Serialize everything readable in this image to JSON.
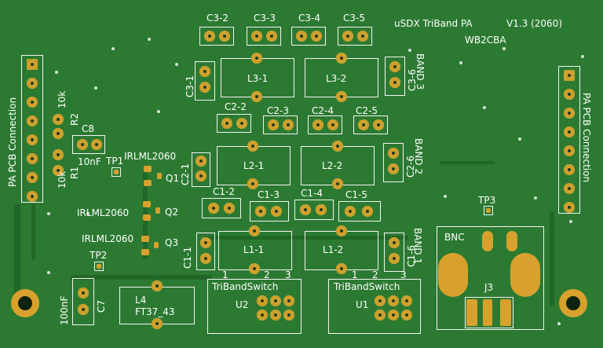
{
  "board": {
    "title": "uSDX TriBand PA",
    "version": "V1.3 (2060)",
    "author": "WB2CBA"
  },
  "labels": {
    "pa_left": "PA PCB Connection",
    "pa_right": "PA PCB Connection",
    "band3": "BAND 3",
    "band2": "BAND 2",
    "band1": "BAND 1",
    "bnc": "BNC",
    "tp1": "TP1",
    "tp2": "TP2",
    "tp3": "TP3",
    "q1": "Q1",
    "q2": "Q2",
    "q3": "Q3",
    "irlml_a": "IRLML2060",
    "irlml_b": "IRLML2060",
    "irlml_c": "IRLML2060",
    "r1": "R1",
    "r2": "R2",
    "r1v": "10k",
    "r2v": "10k",
    "c8": "C8",
    "c8v": "10nF",
    "c7": "C7",
    "c7v": "100nF",
    "l4": "L4",
    "l4v": "FT37_43",
    "u1": "U1",
    "u2": "U2",
    "tribandswitch_a": "TriBandSwitch",
    "tribandswitch_b": "TriBandSwitch",
    "j3": "J3",
    "num1a": "1",
    "num2a": "2",
    "num3a": "3",
    "num1b": "1",
    "num2b": "2",
    "num3b": "3",
    "c3_1": "C3-1",
    "c3_2": "C3-2",
    "c3_3": "C3-3",
    "c3_4": "C3-4",
    "c3_5": "C3-5",
    "c3_6": "C3-6",
    "c2_1": "C2-1",
    "c2_2": "C2-2",
    "c2_3": "C2-3",
    "c2_4": "C2-4",
    "c2_5": "C2-5",
    "c2_6": "C2-6",
    "c1_1": "C1-1",
    "c1_2": "C1-2",
    "c1_3": "C1-3",
    "c1_4": "C1-4",
    "c1_5": "C1-5",
    "c1_6": "C1-6",
    "l3_1": "L3-1",
    "l3_2": "L3-2",
    "l2_1": "L2-1",
    "l2_2": "L2-2",
    "l1_1": "L1-1",
    "l1_2": "L1-2"
  }
}
